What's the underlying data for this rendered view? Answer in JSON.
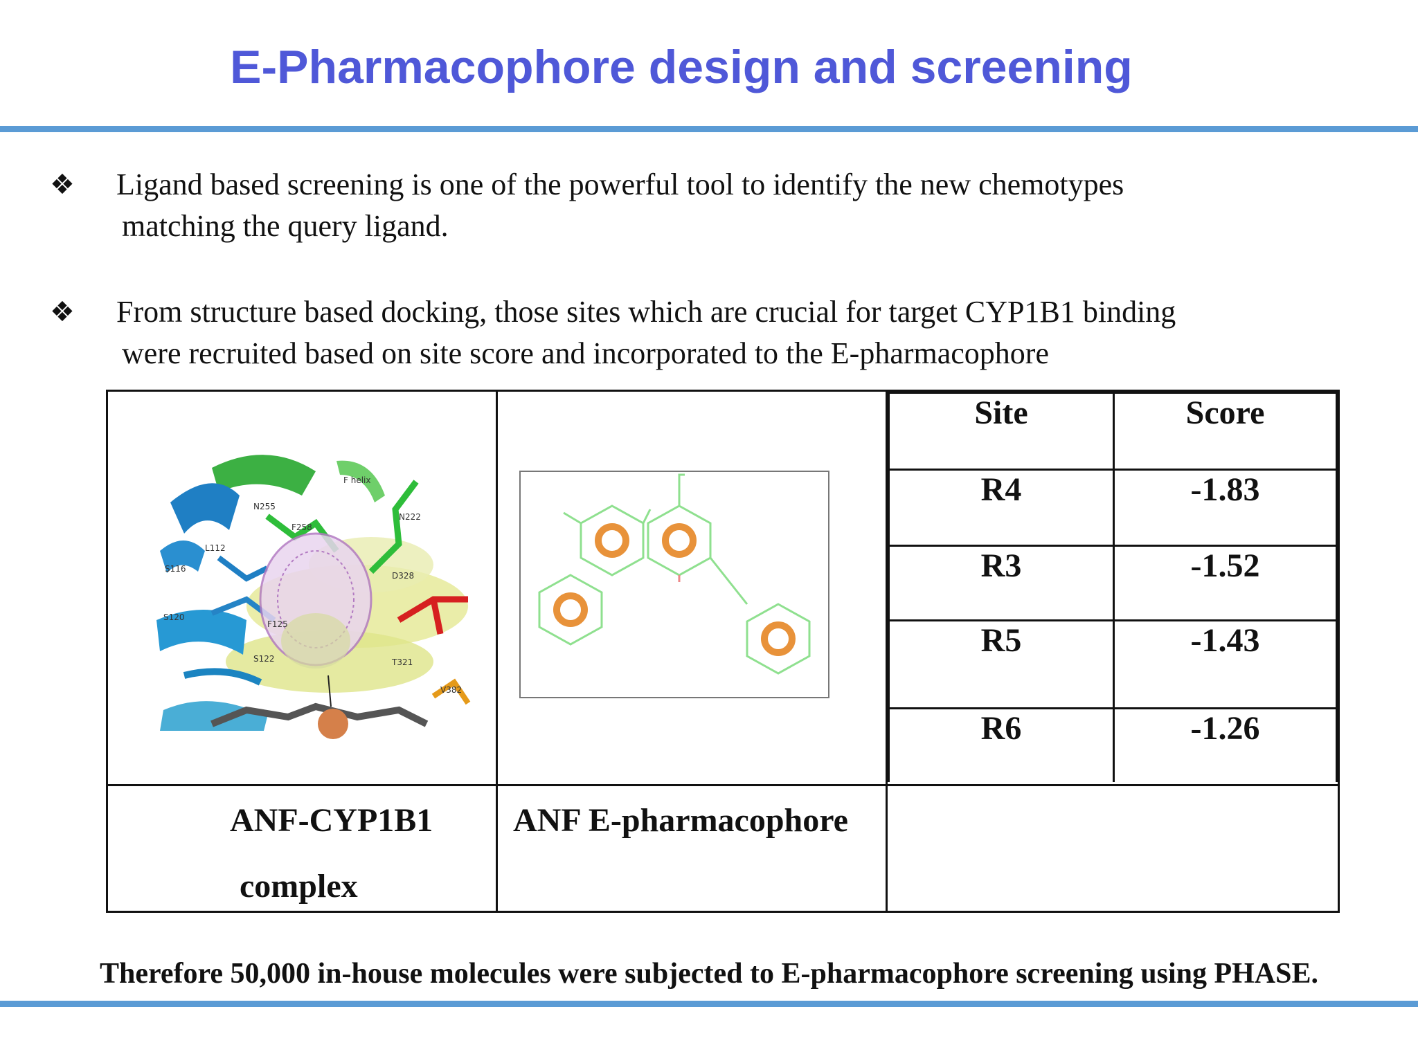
{
  "title": "E-Pharmacophore design and screening",
  "bullets": [
    {
      "line1": "Ligand based screening is one of the powerful tool to identify the new chemotypes",
      "line2": "matching the query ligand."
    },
    {
      "line1": "From structure based docking, those sites which are crucial for target CYP1B1 binding",
      "line2": "were recruited based on site score and incorporated to the E-pharmacophore"
    }
  ],
  "bullet_icon": "diamond-cluster-icon",
  "table": {
    "headers": {
      "site": "Site",
      "score": "Score"
    },
    "rows": [
      {
        "site": "R4",
        "score": "-1.83"
      },
      {
        "site": "R3",
        "score": "-1.52"
      },
      {
        "site": "R5",
        "score": "-1.43"
      },
      {
        "site": "R6",
        "score": "-1.26"
      }
    ],
    "caption_complex_line1": "ANF-CYP1B1",
    "caption_complex_line2": "complex",
    "caption_pharmacophore": "ANF E-pharmacophore"
  },
  "footer": "Therefore 50,000 in-house molecules were subjected to E-pharmacophore screening using PHASE.",
  "colors": {
    "title": "#4f58d8",
    "rule": "#5b9bd5",
    "ring": "#e8923a",
    "bond": "#8fe08f"
  }
}
